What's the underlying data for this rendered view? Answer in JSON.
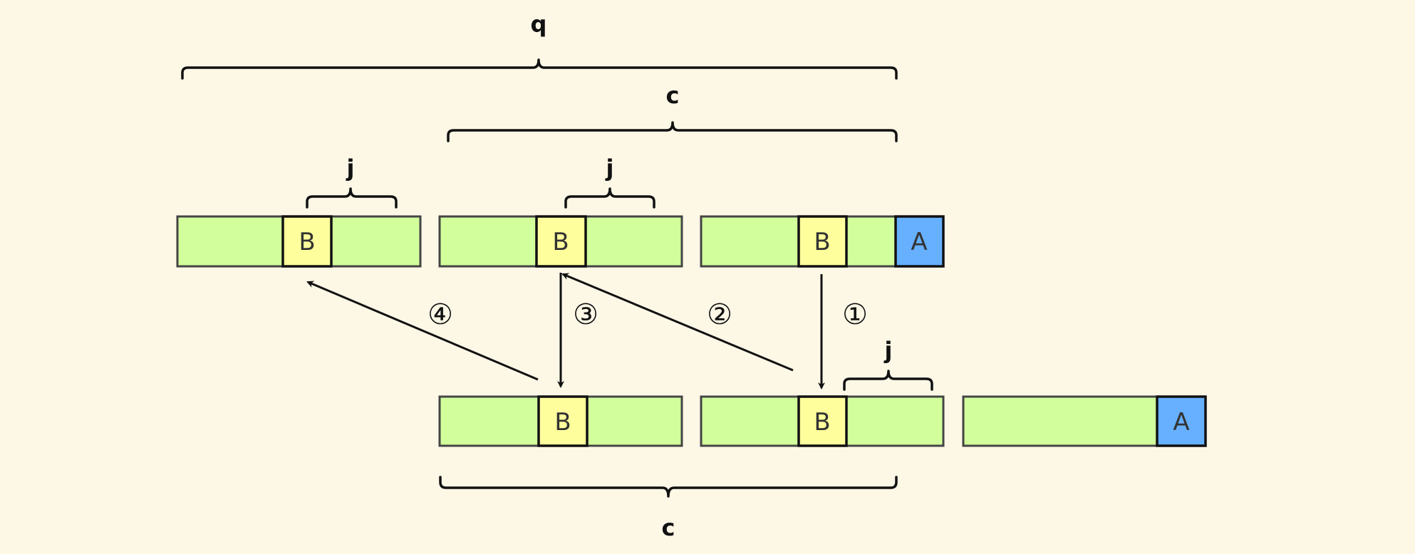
{
  "colors": {
    "background": "#fdf7e6",
    "bar_fill": "#d2fe9c",
    "bar_stroke": "#444444",
    "b_fill": "#feff9c",
    "a_fill": "#66b0ff",
    "cell_stroke": "#111111"
  },
  "labels": {
    "q": "q",
    "c_top": "c",
    "c_bottom": "c",
    "j": "j"
  },
  "rows": {
    "top": [
      {
        "cells": [
          {
            "text": "B",
            "kind": "B"
          }
        ]
      },
      {
        "cells": [
          {
            "text": "B",
            "kind": "B"
          }
        ]
      },
      {
        "cells": [
          {
            "text": "B",
            "kind": "B"
          },
          {
            "text": "A",
            "kind": "A"
          }
        ]
      }
    ],
    "bottom": [
      {
        "cells": [
          {
            "text": "B",
            "kind": "B"
          }
        ]
      },
      {
        "cells": [
          {
            "text": "B",
            "kind": "B"
          }
        ]
      },
      {
        "cells": [
          {
            "text": "A",
            "kind": "A"
          }
        ]
      }
    ]
  },
  "steps": [
    {
      "label": "①",
      "from": "top-bar-3-B",
      "to": "bottom-bar-2-B"
    },
    {
      "label": "②",
      "from": "bottom-bar-2-B",
      "to": "top-bar-2-B"
    },
    {
      "label": "③",
      "from": "top-bar-2-B",
      "to": "bottom-bar-1-B"
    },
    {
      "label": "④",
      "from": "bottom-bar-1-B",
      "to": "top-bar-1-B"
    }
  ]
}
